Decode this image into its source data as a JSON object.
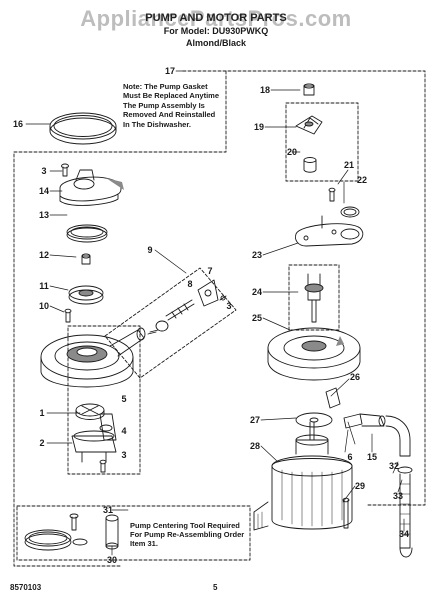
{
  "header": {
    "watermark": "AppliancePartsPros.com",
    "title": "PUMP AND MOTOR PARTS",
    "model": "For Model: DU930PWKQ",
    "color": "Almond/Black"
  },
  "notes": {
    "gasket": "Note: The Pump Gasket Must Be Replaced Anytime The Pump Assembly Is Removed And Reinstalled In The Dishwasher.",
    "centering_tool": "Pump Centering Tool Required For Pump Re-Assembling Order Item 31."
  },
  "footer": {
    "code": "8570103",
    "page": "5"
  },
  "callouts": {
    "c1": "1",
    "c2": "2",
    "c3a": "3",
    "c3b": "3",
    "c3c": "3",
    "c4": "4",
    "c5": "5",
    "c6": "6",
    "c7": "7",
    "c8": "8",
    "c9": "9",
    "c10": "10",
    "c11": "11",
    "c12": "12",
    "c13": "13",
    "c14": "14",
    "c15": "15",
    "c16": "16",
    "c17": "17",
    "c18": "18",
    "c19": "19",
    "c20": "20",
    "c21": "21",
    "c22": "22",
    "c23": "23",
    "c24": "24",
    "c25": "25",
    "c26": "26",
    "c27": "27",
    "c28": "28",
    "c29": "29",
    "c30": "30",
    "c31": "31",
    "c32": "32",
    "c33": "33",
    "c34": "34"
  },
  "colors": {
    "line": "#1a1a1a",
    "fill": "#ffffff",
    "shade": "#8a8a8a",
    "watermark": "#bdbdbd"
  }
}
